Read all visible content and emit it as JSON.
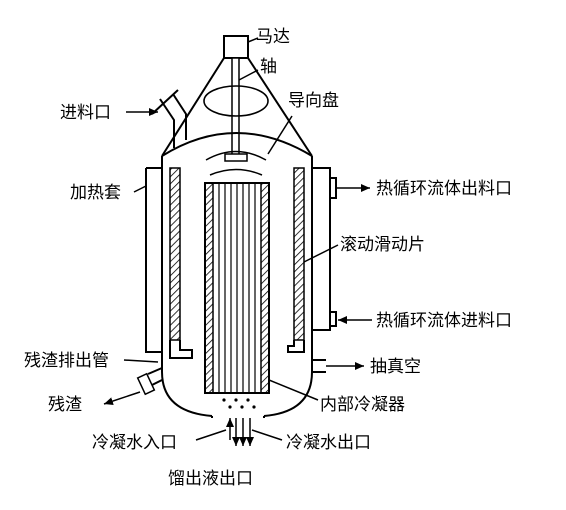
{
  "labels": {
    "motor": "马达",
    "shaft": "轴",
    "guide_plate": "导向盘",
    "feed_inlet": "进料口",
    "heating_jacket": "加热套",
    "heat_fluid_outlet": "热循环流体出料口",
    "rolling_slider": "滚动滑动片",
    "heat_fluid_inlet": "热循环流体进料口",
    "residue_pipe": "残渣排出管",
    "vacuum": "抽真空",
    "residue": "残渣",
    "inner_condenser": "内部冷凝器",
    "cooling_water_inlet": "冷凝水入口",
    "cooling_water_outlet": "冷凝水出口",
    "distillate_outlet": "馏出液出口"
  }
}
